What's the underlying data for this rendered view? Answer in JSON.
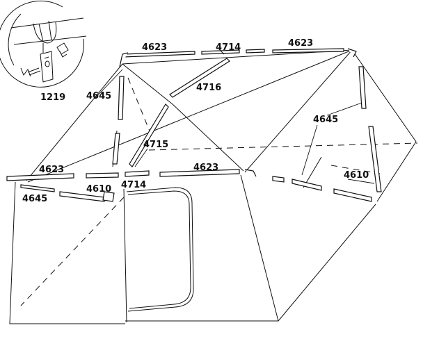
{
  "diagram": {
    "part_labels": {
      "clamp_hardware": "1219",
      "top_pole_left": "4623",
      "top_connector": "4714",
      "top_pole_right": "4623",
      "diagonal_rafter": "4716",
      "roof_rafter_left": "4645",
      "roof_rafter_right": "4645",
      "center_upright": "4715",
      "eave_pole_left": "4623",
      "eave_pole_center": "4623",
      "eave_connector": "4714",
      "leg_pole_center": "4610",
      "leg_pole_right": "4610",
      "front_rafter": "4645"
    }
  }
}
